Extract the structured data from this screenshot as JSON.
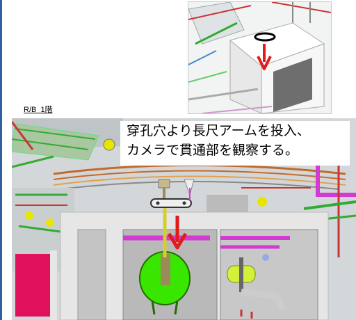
{
  "floor_label": "R/B  1階",
  "caption": {
    "line1": "穿孔穴より長尺アームを投入、",
    "line2": "カメラで貫通部を観察する。"
  },
  "colors": {
    "arrow": "#e21a1a",
    "vessel": "#39e600",
    "magenta_pipe": "#d23ad2",
    "frame_border": "#2f5f9e"
  },
  "icons": {
    "insertion_arrow_inset": "arrow-down-icon",
    "insertion_arrow_main": "arrow-down-icon",
    "drill_hole": "hole-ring-icon"
  }
}
